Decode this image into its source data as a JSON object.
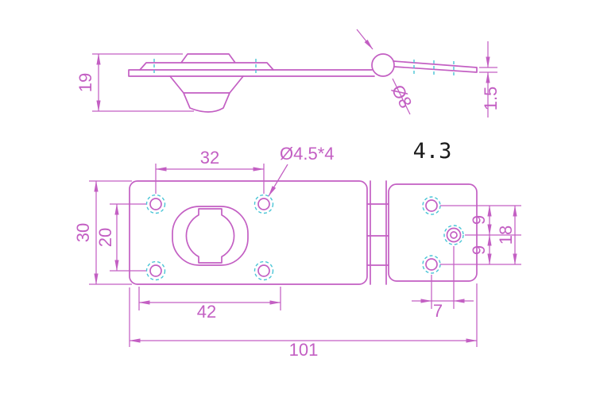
{
  "colors": {
    "line": "#c35fc3",
    "centerline": "#49c5d6",
    "note": "#1a1a1a",
    "background": "#ffffff"
  },
  "side_view": {
    "height": "19",
    "hinge_diameter": "Ø8",
    "thickness": "1.5"
  },
  "note": "4.3",
  "plan_view": {
    "hole_span_x": "32",
    "hole_callout": "Ø4.5*4",
    "plate_width": "30",
    "hole_span_y": "20",
    "lower_span": "42",
    "overall_length": "101",
    "right_hole_offset": "7",
    "right_pitch_upper": "9",
    "right_pitch_lower": "9",
    "right_span": "18"
  }
}
